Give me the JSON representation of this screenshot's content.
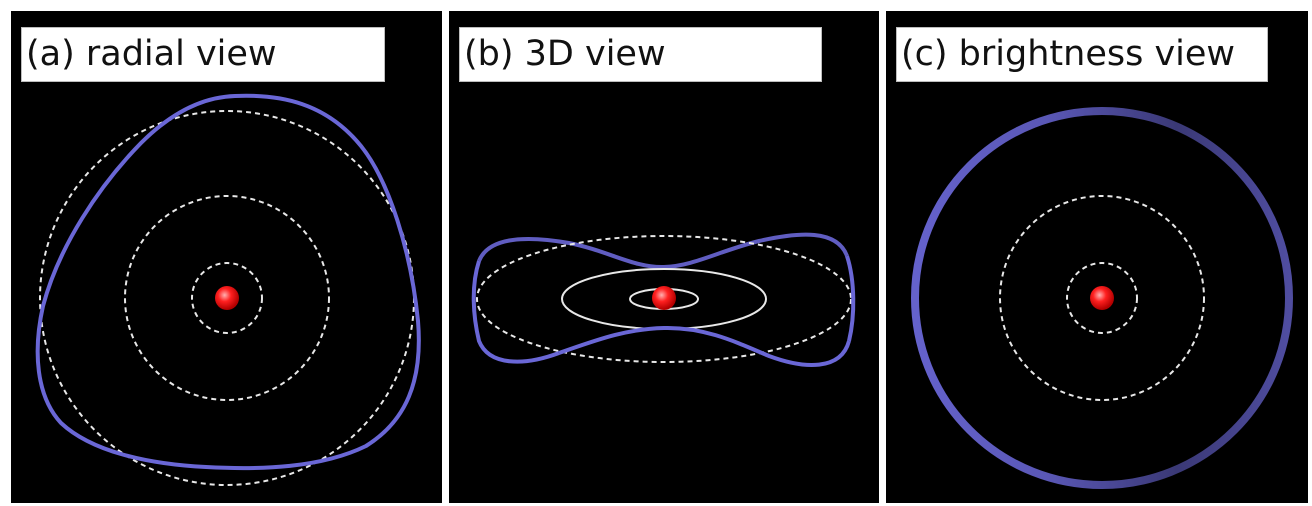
{
  "panels": [
    {
      "id": "a",
      "label": "(a) radial view"
    },
    {
      "id": "b",
      "label": "(b) 3D view"
    },
    {
      "id": "c",
      "label": "(c) brightness view"
    }
  ],
  "colors": {
    "background": "#000000",
    "orbit_blue": "#6a67d6",
    "dashed_circle": "#e8e8e8",
    "star_red": "#ff1a1a"
  }
}
